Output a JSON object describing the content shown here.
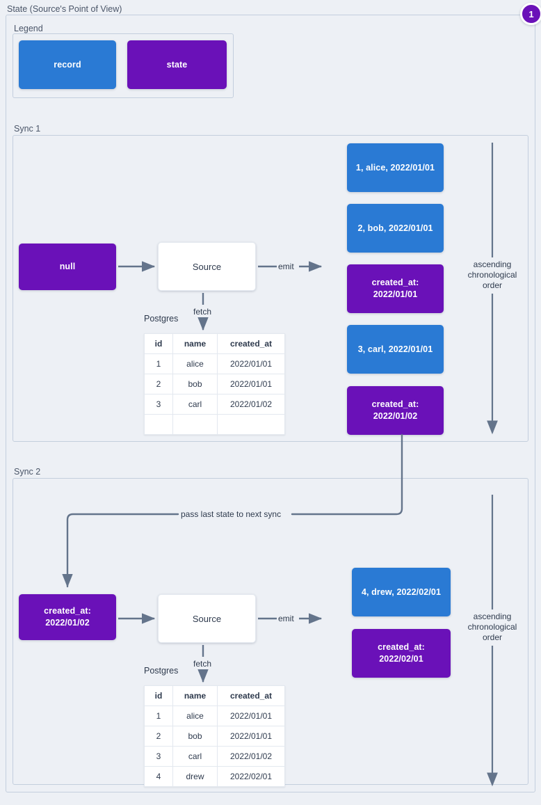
{
  "diagram": {
    "title": "State (Source's Point of View)",
    "badge": "1",
    "colors": {
      "record": "#2a7ad4",
      "state": "#6a11b8",
      "background": "#edf0f5",
      "connector": "#64748b",
      "frame_border": "#c3cedd"
    }
  },
  "legend": {
    "label": "Legend",
    "items": [
      {
        "label": "record",
        "kind": "record"
      },
      {
        "label": "state",
        "kind": "state"
      }
    ]
  },
  "sync1": {
    "label": "Sync 1",
    "input_state": "null",
    "source": "Source",
    "emit_label": "emit",
    "fetch_label": "fetch",
    "database_label": "Postgres",
    "order_caption": "ascending chronological order",
    "emitted": [
      {
        "kind": "record",
        "text": "1, alice, 2022/01/01"
      },
      {
        "kind": "record",
        "text": "2, bob, 2022/01/01"
      },
      {
        "kind": "state",
        "line1": "created_at:",
        "line2": "2022/01/01"
      },
      {
        "kind": "record",
        "text": "3, carl, 2022/01/01"
      },
      {
        "kind": "state",
        "line1": "created_at:",
        "line2": "2022/01/02"
      }
    ],
    "table": {
      "columns": [
        "id",
        "name",
        "created_at"
      ],
      "rows": [
        [
          "1",
          "alice",
          "2022/01/01"
        ],
        [
          "2",
          "bob",
          "2022/01/01"
        ],
        [
          "3",
          "carl",
          "2022/01/02"
        ],
        [
          "",
          "",
          ""
        ]
      ]
    }
  },
  "sync2": {
    "label": "Sync 2",
    "pass_state_label": "pass last state to next sync",
    "input_state_line1": "created_at:",
    "input_state_line2": "2022/01/02",
    "source": "Source",
    "emit_label": "emit",
    "fetch_label": "fetch",
    "database_label": "Postgres",
    "order_caption": "ascending chronological order",
    "emitted": [
      {
        "kind": "record",
        "text": "4, drew, 2022/02/01"
      },
      {
        "kind": "state",
        "line1": "created_at:",
        "line2": "2022/02/01"
      }
    ],
    "table": {
      "columns": [
        "id",
        "name",
        "created_at"
      ],
      "rows": [
        [
          "1",
          "alice",
          "2022/01/01"
        ],
        [
          "2",
          "bob",
          "2022/01/01"
        ],
        [
          "3",
          "carl",
          "2022/01/02"
        ],
        [
          "4",
          "drew",
          "2022/02/01"
        ]
      ]
    }
  }
}
